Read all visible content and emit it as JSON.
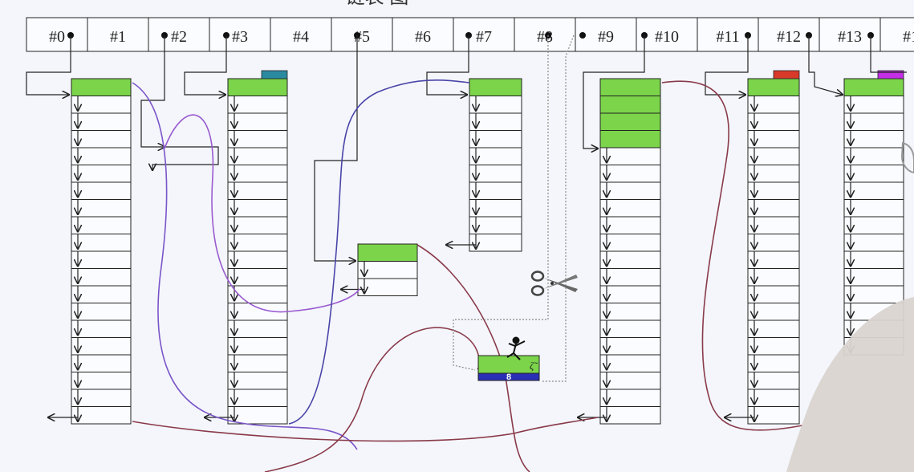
{
  "header_title_fragment": "链表 图",
  "slots": [
    "#0",
    "#1",
    "#2",
    "#3",
    "#4",
    "#5",
    "#6",
    "#7",
    "#8",
    "#9",
    "#10",
    "#11",
    "#12",
    "#13",
    "#1"
  ],
  "slot_dot_marks": [
    "#0",
    "#2",
    "#3",
    "#5",
    "#7",
    "#8",
    "#9",
    "#10",
    "#11",
    "#12",
    "#13"
  ],
  "cut_block_label": "8",
  "cut_block_glyph": "ζ̃",
  "colors": {
    "background": "#f4f6fb",
    "green_block": "#7bd44a",
    "blue_block": "#2a2fb5",
    "teal_tag": "#2a8aa0",
    "red_tag": "#d83a2a",
    "magenta_tag": "#c42ee6",
    "purple_link": "#9a5ad0",
    "brown_link": "#8a3a4a",
    "navy_link": "#3a3aa0",
    "line": "#222222"
  },
  "icons": [
    "scissors-icon",
    "stick-figure-icon"
  ]
}
